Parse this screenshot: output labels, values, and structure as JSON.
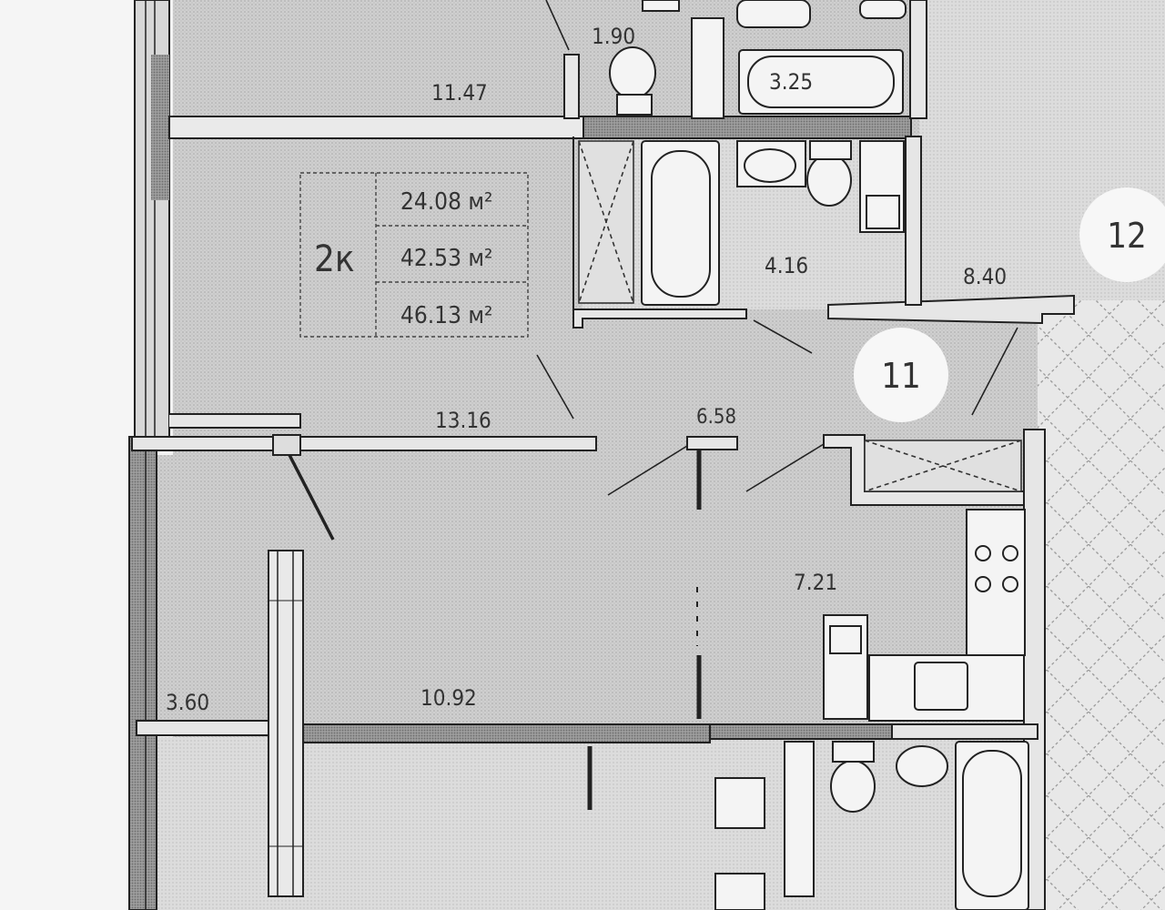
{
  "plan": {
    "apartment_type": "2к",
    "areas": [
      "24.08 м²",
      "42.53 м²",
      "46.13 м²"
    ],
    "rooms": [
      "11.47",
      "1.90",
      "3.25",
      "4.16",
      "8.40",
      "13.16",
      "6.58",
      "7.21",
      "3.60",
      "10.92"
    ],
    "markers": [
      "11",
      "12"
    ]
  }
}
